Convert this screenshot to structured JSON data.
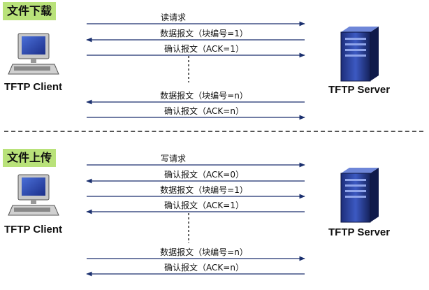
{
  "sections": [
    {
      "tag": "文件下载",
      "client_label": "TFTP Client",
      "server_label": "TFTP Server",
      "messages": [
        {
          "text": "读请求",
          "direction": "right"
        },
        {
          "text": "数据报文（块编号=1）",
          "direction": "left"
        },
        {
          "text": "确认报文（ACK=1）",
          "direction": "right"
        },
        {
          "text": "数据报文（块编号=n）",
          "direction": "left"
        },
        {
          "text": "确认报文（ACK=n）",
          "direction": "right"
        }
      ]
    },
    {
      "tag": "文件上传",
      "client_label": "TFTP Client",
      "server_label": "TFTP Server",
      "messages": [
        {
          "text": "写请求",
          "direction": "right"
        },
        {
          "text": "确认报文（ACK=0）",
          "direction": "left"
        },
        {
          "text": "数据报文（块编号=1）",
          "direction": "right"
        },
        {
          "text": "确认报文（ACK=1）",
          "direction": "left"
        },
        {
          "text": "数据报文（块编号=n）",
          "direction": "right"
        },
        {
          "text": "确认报文（ACK=n）",
          "direction": "left"
        }
      ]
    }
  ],
  "icons": {
    "client": "computer-icon",
    "server": "server-tower-icon"
  }
}
